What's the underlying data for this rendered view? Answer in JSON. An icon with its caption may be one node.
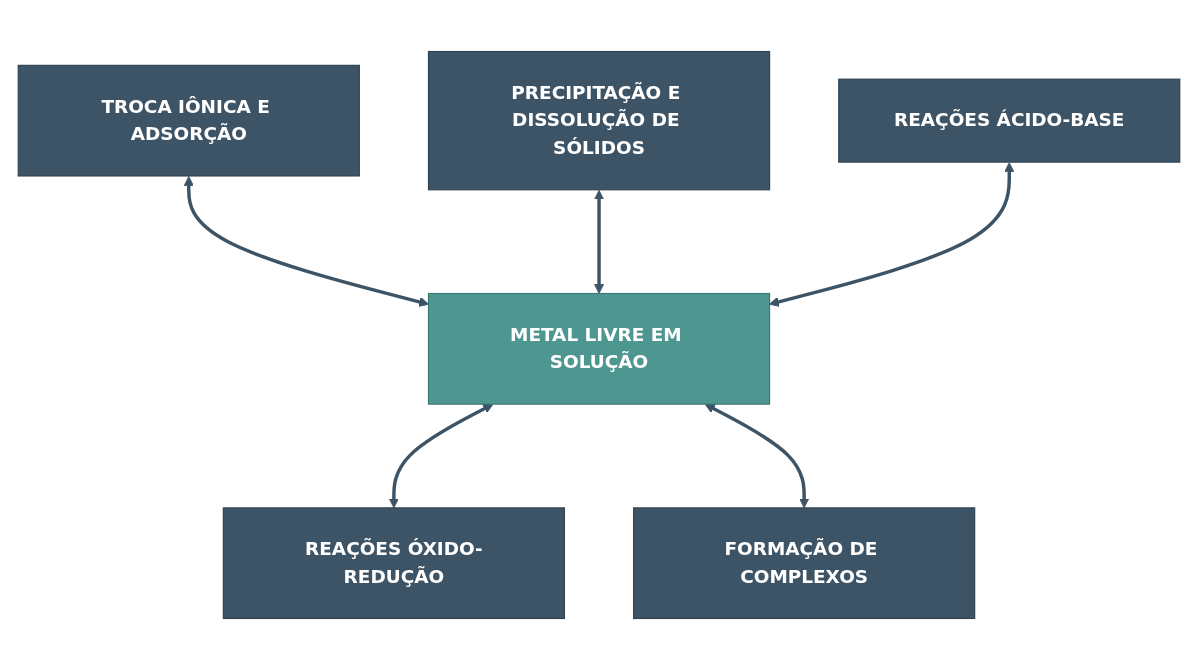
{
  "diagram": {
    "nodes": [
      {
        "text": [
          "PRECIPITAÇÃO E DISSOLUÇÃO DE SÓLIDOS"
        ]
      },
      {
        "text": [
          "TROCA IÔNICA E ADSORÇÃO"
        ]
      },
      {
        "text": [
          "REAÇÕES ÁCIDO-BASE"
        ]
      },
      {
        "text": [
          "METAL LIVRE EM SOLUÇÃO"
        ]
      },
      {
        "text": [
          "REAÇÕES ÓXIDO-REDUÇÃO"
        ]
      },
      {
        "text": [
          "FORMAÇÃO DE COMPLEXOS"
        ]
      }
    ],
    "edges": [
      {
        "from": 1,
        "to": 3,
        "arrow": "both"
      },
      {
        "from": 0,
        "to": 3,
        "arrow": "both"
      },
      {
        "from": 2,
        "to": 3,
        "arrow": "both"
      },
      {
        "from": 3,
        "to": 4,
        "arrow": "both"
      },
      {
        "from": 3,
        "to": 5,
        "arrow": "both"
      }
    ]
  }
}
